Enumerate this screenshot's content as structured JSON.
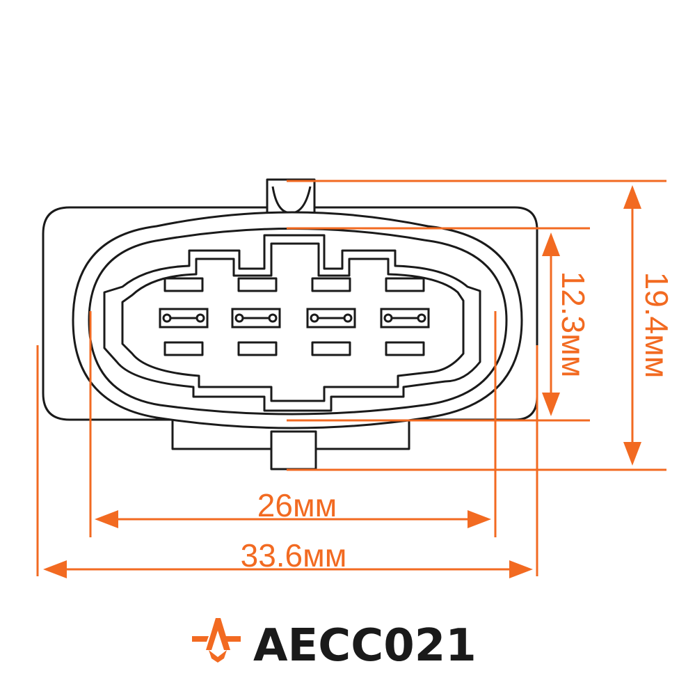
{
  "dimensions": {
    "height_outer": "19.4мм",
    "height_inner": "12.3мм",
    "width_inner": "26мм",
    "width_outer": "33.6мм"
  },
  "brand": {
    "code": "AECC021",
    "logo_icon": "star-a-logo-icon"
  },
  "colors": {
    "accent": "#f26a21",
    "line": "#1a1a1a"
  }
}
